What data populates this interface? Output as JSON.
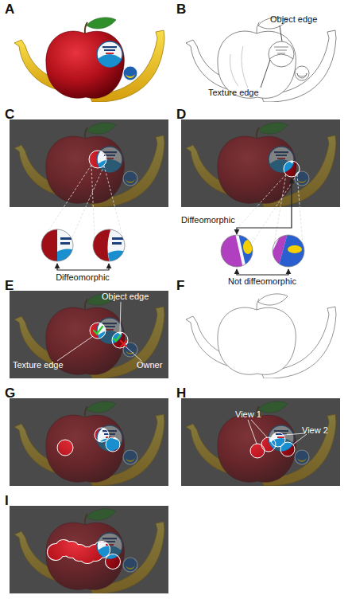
{
  "diagram": {
    "labels": [
      "A",
      "B",
      "Object edge",
      "Texture edge",
      "C",
      "D",
      "Diffeomorphic",
      "Diffeomorphic",
      "Not diffeomorphic",
      "E",
      "Object edge",
      "Texture edge",
      "Owner",
      "F",
      "G",
      "H",
      "View 1",
      "View 2",
      "I"
    ]
  }
}
